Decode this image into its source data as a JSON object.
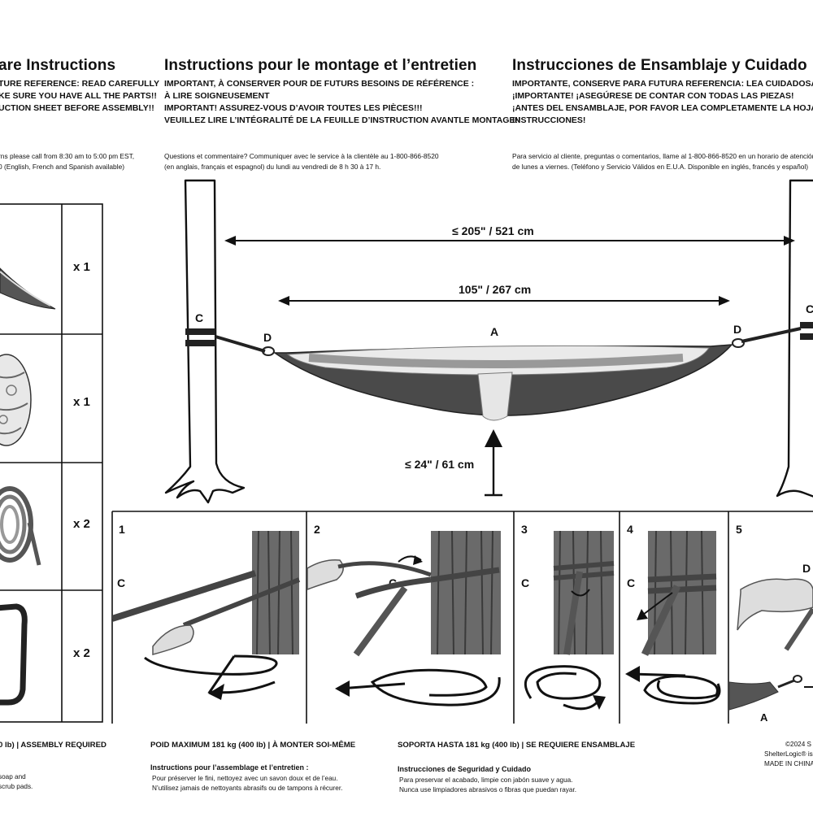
{
  "header": {
    "en": {
      "title": "are Instructions",
      "lines": [
        "TURE REFERENCE:  READ CAREFULLY",
        "KE SURE YOU HAVE ALL THE PARTS!!",
        "UCTION SHEET BEFORE ASSEMBLY!!"
      ],
      "service": [
        "rns please call from 8:30 am to 5:00 pm EST,",
        "0 (English, French and Spanish available)"
      ]
    },
    "fr": {
      "title": "Instructions pour le montage et l’entretien",
      "lines": [
        "IMPORTANT, À CONSERVER POUR DE FUTURS BESOINS DE RÉFÉRENCE :",
        "À LIRE SOIGNEUSEMENT",
        "IMPORTANT! ASSUREZ-VOUS D’AVOIR TOUTES LES PIÈCES!!!",
        "VEUILLEZ LIRE L’INTÉGRALITÉ DE LA FEUILLE D’INSTRUCTION AVANTLE MONTAGE!!"
      ],
      "service": [
        "Questions et commentaire? Communiquer avec le service à la clientèle au 1-800-866-8520",
        "(en anglais, français et espagnol) du lundi au vendredi de 8 h 30 à 17 h."
      ]
    },
    "es": {
      "title": "Instrucciones de Ensamblaje y Cuidado",
      "lines": [
        "IMPORTANTE, CONSERVE PARA FUTURA REFERENCIA: LEA CUIDADOSAMENTE",
        "¡IMPORTANTE! ¡ASEGÚRESE DE CONTAR CON TODAS LAS PIEZAS!",
        "¡ANTES DEL ENSAMBLAJE, POR FAVOR LEA COMPLETAMENTE LA HOJA DE",
        "INSTRUCCIONES!"
      ],
      "service": [
        "Para servicio al cliente, preguntas o comentarios, llame al 1-800-866-8520 en un horario de atención de",
        "de lunes a viernes. (Teléfono y Servicio Válidos en E.U.A. Disponible en inglés, francés y español)"
      ]
    }
  },
  "parts": [
    {
      "qty": "x 1",
      "icon": "hammock-icon"
    },
    {
      "qty": "x 1",
      "icon": "stuff-sack-icon"
    },
    {
      "qty": "x 2",
      "icon": "tree-strap-icon"
    },
    {
      "qty": "x 2",
      "icon": "carabiner-icon"
    }
  ],
  "diagram": {
    "total_span": "≤ 205\" / 521 cm",
    "hammock_length": "105\" / 267 cm",
    "height": "≤ 24\" / 61 cm",
    "label_a": "A",
    "label_c": "C",
    "label_d": "D"
  },
  "steps": [
    {
      "num": "1",
      "label": "C"
    },
    {
      "num": "2",
      "label": "C"
    },
    {
      "num": "3",
      "label": "C"
    },
    {
      "num": "4",
      "label": "C"
    },
    {
      "num": "5",
      "label_d": "D",
      "label_a": "A"
    }
  ],
  "footer": {
    "en": {
      "weight": "0 lb) | ASSEMBLY REQUIRED",
      "care_title": ":",
      "care": [
        "soap and",
        "scrub pads."
      ]
    },
    "fr": {
      "weight": "POID MAXIMUM 181 kg (400 lb) | À MONTER SOI-MÊME",
      "care_title": "Instructions pour l’assemblage et l’entretien :",
      "care": [
        "Pour préserver le fini, nettoyez avec un savon doux et de l’eau.",
        "N’utilisez jamais de nettoyants abrasifs ou de tampons à récurer."
      ]
    },
    "es": {
      "weight": "SOPORTA HASTA 181 kg (400 lb) | SE REQUIERE ENSAMBLAJE",
      "care_title": "Instrucciones de Seguridad y Cuidado",
      "care": [
        "Para preservar el acabado, limpie con jabón suave y agua.",
        "Nunca use limpiadores abrasivos o fibras que puedan rayar."
      ]
    },
    "legal": [
      "©2024 S",
      "ShelterLogic® is a re",
      "MADE IN CHINA"
    ]
  }
}
